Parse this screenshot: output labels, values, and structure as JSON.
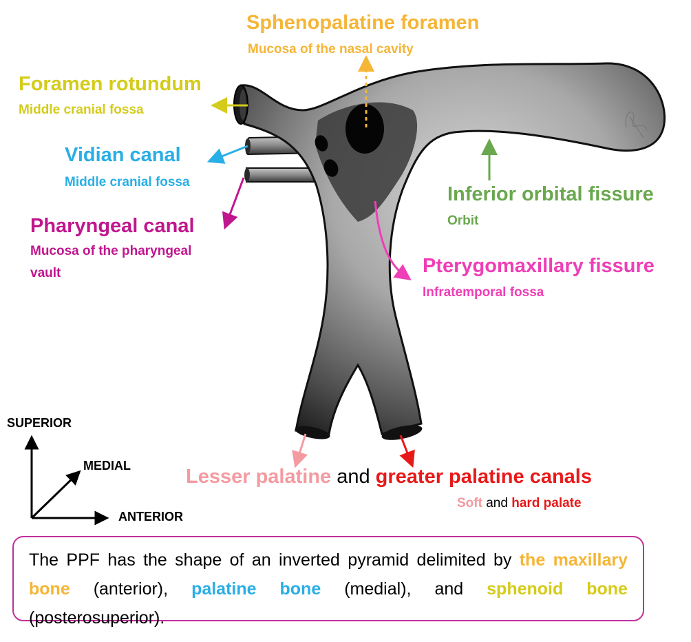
{
  "colors": {
    "sphenopalatine": "#f5b536",
    "foramen_rotundum": "#d4cc1a",
    "vidian": "#29aee6",
    "pharyngeal": "#c0168e",
    "inferior_orbital": "#6aa84f",
    "pterygomaxillary": "#ee3fb6",
    "lesser_palatine": "#f49aa0",
    "greater_palatine": "#e81919",
    "caption_border": "#c0309a"
  },
  "labels": {
    "sphenopalatine": {
      "title": "Sphenopalatine foramen",
      "sub": "Mucosa of the nasal cavity"
    },
    "foramen_rotundum": {
      "title": "Foramen rotundum",
      "sub": "Middle cranial fossa"
    },
    "vidian": {
      "title": "Vidian canal",
      "sub": "Middle cranial fossa"
    },
    "pharyngeal": {
      "title": "Pharyngeal canal",
      "sub_line1": "Mucosa of the pharyngeal",
      "sub_line2": "vault"
    },
    "inferior_orbital": {
      "title": "Inferior orbital fissure",
      "sub": "Orbit"
    },
    "pterygomaxillary": {
      "title": "Pterygomaxillary fissure",
      "sub": "Infratemporal fossa"
    },
    "palatine": {
      "lesser": "Lesser palatine",
      "and": "and",
      "greater": "greater palatine canals",
      "soft": "Soft",
      "and2": "and",
      "hard": "hard palate"
    }
  },
  "axes": {
    "superior": "SUPERIOR",
    "medial": "MEDIAL",
    "anterior": "ANTERIOR"
  },
  "caption": {
    "part1": "The PPF has the shape of an inverted pyramid delimited by",
    "maxillary": "the maxillary bone",
    "part2": "(anterior),",
    "palatine": "palatine bone",
    "part3": "(medial), and",
    "sphenoid": "sphenoid bone",
    "part4": "(posterosuperior)."
  }
}
